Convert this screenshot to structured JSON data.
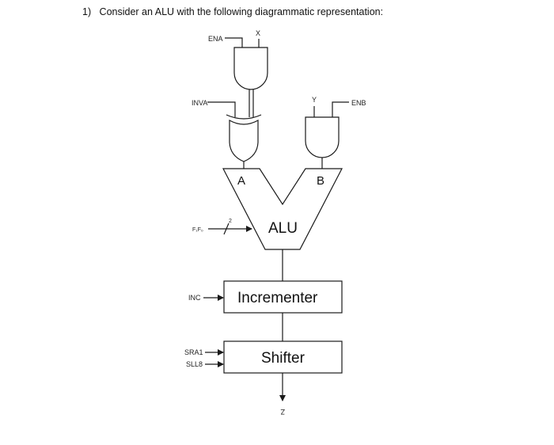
{
  "question": {
    "number": "1)",
    "text": "Consider an ALU with the following diagrammatic representation:"
  },
  "signals": {
    "ena": "ENA",
    "x": "X",
    "inva": "INVA",
    "y": "Y",
    "enb": "ENB",
    "f1f0": "F₁F₀",
    "bus_width": "2",
    "inc": "INC",
    "sra1": "SRA1",
    "sll8": "SLL8",
    "z": "Z"
  },
  "blocks": {
    "alu_input_a": "A",
    "alu_input_b": "B",
    "alu": "ALU",
    "incrementer": "Incrementer",
    "shifter": "Shifter"
  },
  "colors": {
    "stroke": "#1a1a1a",
    "text": "#111111"
  }
}
